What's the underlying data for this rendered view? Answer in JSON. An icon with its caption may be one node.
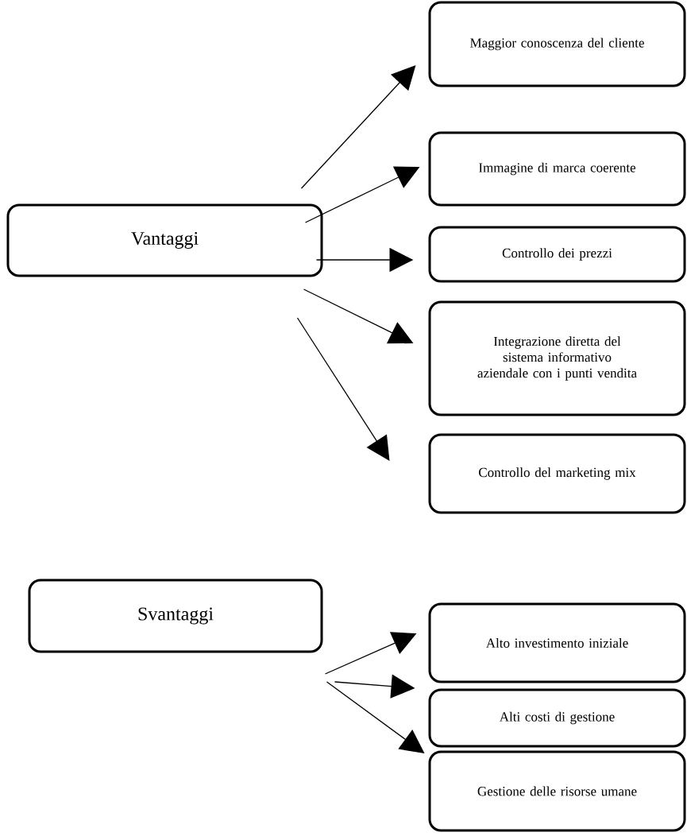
{
  "diagram": {
    "nodes": [
      {
        "text": [
          "Vantaggi"
        ]
      },
      {
        "text": [
          "Maggior conoscenza del cliente"
        ]
      },
      {
        "text": [
          "Immagine di marca coerente"
        ]
      },
      {
        "text": [
          "Controllo dei prezzi"
        ]
      },
      {
        "text": [
          "Integrazione diretta del sistema informativo aziendale con i punti vendita"
        ]
      },
      {
        "text": [
          "Controllo del marketing mix"
        ]
      },
      {
        "text": [
          "Svantaggi"
        ]
      },
      {
        "text": [
          "Alto investimento iniziale"
        ]
      },
      {
        "text": [
          "Alti costi di gestione"
        ]
      },
      {
        "text": [
          "Gestione delle risorse umane"
        ]
      }
    ],
    "edges": [
      {
        "from": 0,
        "to": 1,
        "arrow": "to"
      },
      {
        "from": 0,
        "to": 2,
        "arrow": "to"
      },
      {
        "from": 0,
        "to": 3,
        "arrow": "to"
      },
      {
        "from": 0,
        "to": 4,
        "arrow": "to"
      },
      {
        "from": 0,
        "to": 5,
        "arrow": "to"
      },
      {
        "from": 6,
        "to": 7,
        "arrow": "to"
      },
      {
        "from": 6,
        "to": 8,
        "arrow": "to"
      },
      {
        "from": 6,
        "to": 9,
        "arrow": "to"
      }
    ]
  }
}
